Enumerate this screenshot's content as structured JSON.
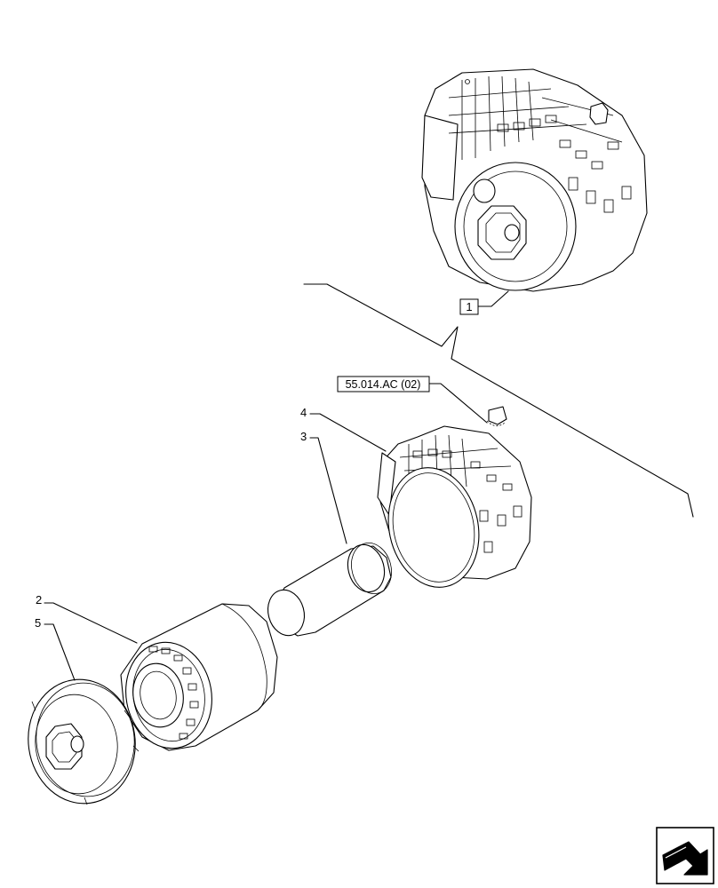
{
  "callouts": {
    "item_1": "1",
    "item_2": "2",
    "item_3": "3",
    "item_4": "4",
    "item_5": "5",
    "reference": "55.014.AC (02)"
  },
  "icons": {
    "nav": "next-page-arrow-icon"
  }
}
